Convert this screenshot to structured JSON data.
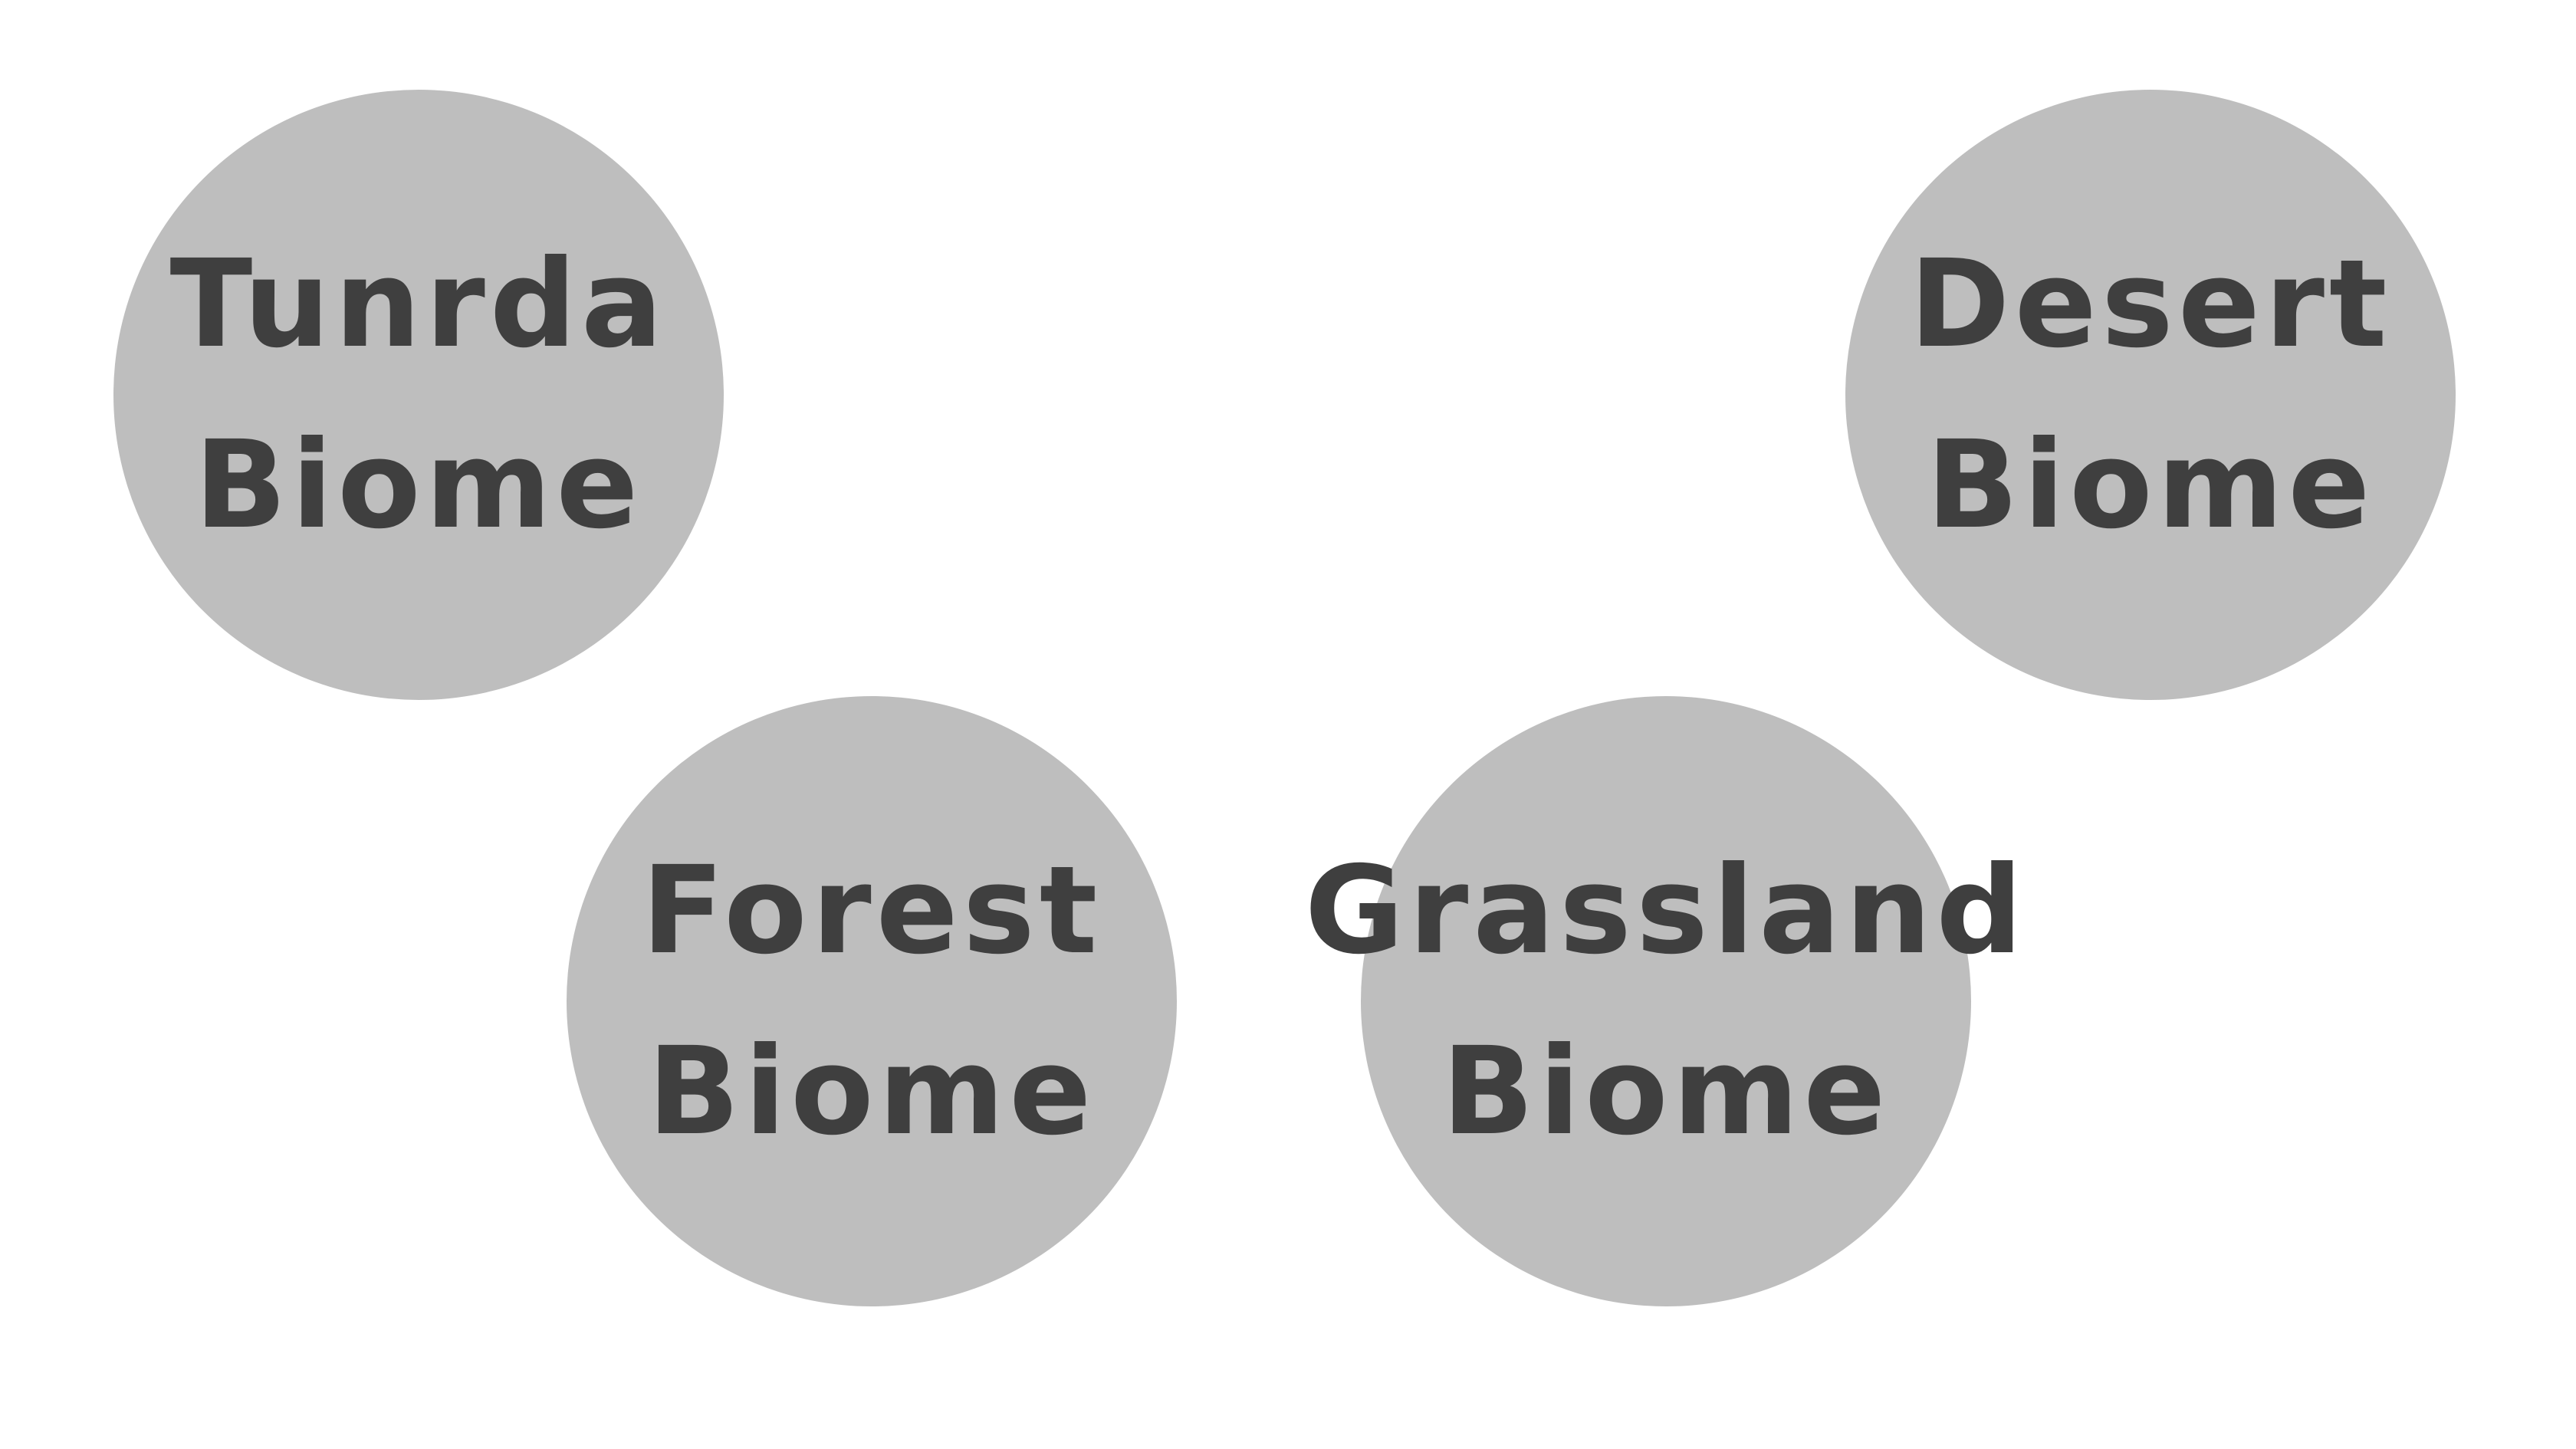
{
  "colors": {
    "background": "#ffffff",
    "circle_fill": "#bebebe",
    "text": "#3f3f3f"
  },
  "biomes": [
    {
      "id": "tundra",
      "line1": "Tunrda",
      "line2": "Biome"
    },
    {
      "id": "desert",
      "line1": "Desert",
      "line2": "Biome"
    },
    {
      "id": "forest",
      "line1": "Forest",
      "line2": "Biome"
    },
    {
      "id": "grassland",
      "line1": "Grassland",
      "line2": "Biome"
    }
  ]
}
